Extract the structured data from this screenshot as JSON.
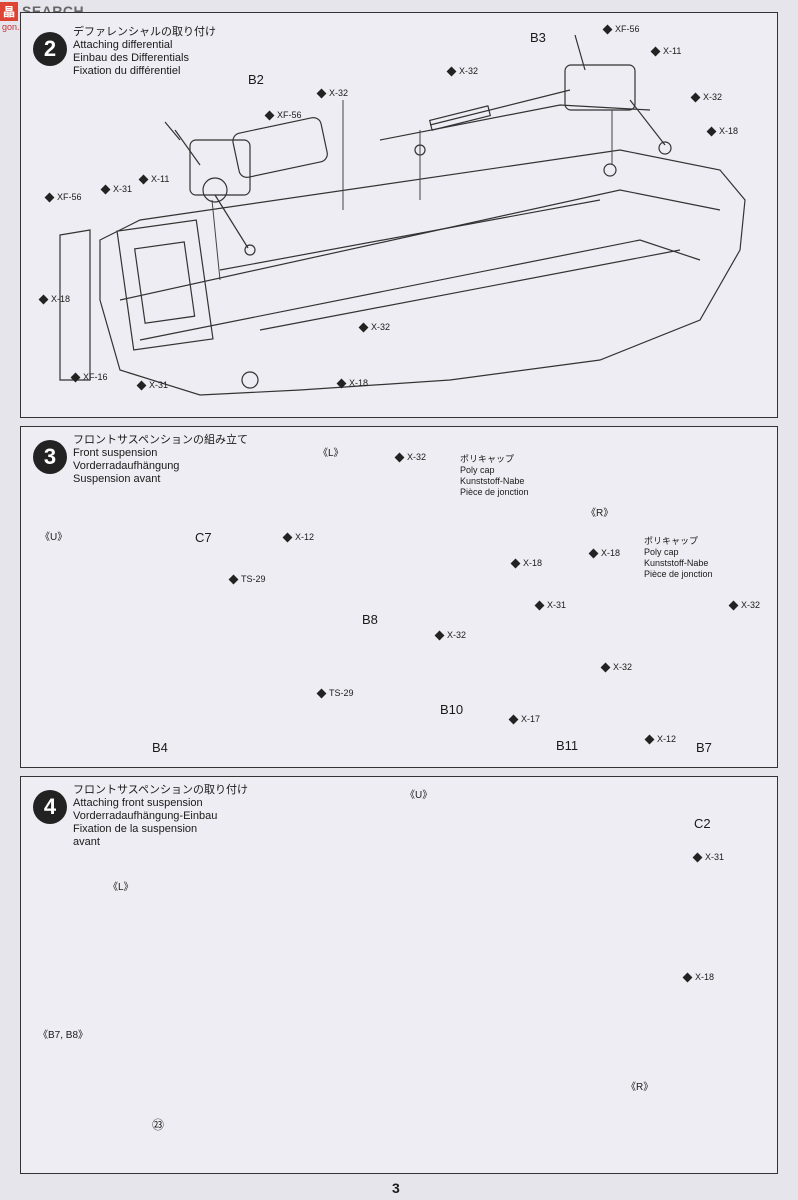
{
  "watermark": {
    "brand_cn": "晶",
    "brand_en": "SEARCH",
    "sub": "gon.shao.com"
  },
  "page_number": "3",
  "steps": [
    {
      "number": "2",
      "titles": [
        "デファレンシャルの取り付け",
        "Attaching differential",
        "Einbau des Differentials",
        "Fixation du différentiel"
      ],
      "labels": {
        "b2": "B2",
        "b3": "B3",
        "xf56a": "XF-56",
        "xf56b": "XF-56",
        "xf56c": "XF-56",
        "xf16": "XF-16",
        "x11a": "X-11",
        "x11b": "X-11",
        "x31a": "X-31",
        "x31b": "X-31",
        "x32a": "X-32",
        "x32b": "X-32",
        "x32c": "X-32",
        "x32d": "X-32",
        "x18a": "X-18",
        "x18b": "X-18",
        "x18c": "X-18"
      }
    },
    {
      "number": "3",
      "titles": [
        "フロントサスペンションの組み立て",
        "Front suspension",
        "Vorderradaufhängung",
        "Suspension avant"
      ],
      "labels": {
        "u": "《U》",
        "l": "《L》",
        "r": "《R》",
        "c7": "C7",
        "b4": "B4",
        "b8": "B8",
        "b10": "B10",
        "b11": "B11",
        "b7": "B7",
        "ts29a": "TS-29",
        "ts29b": "TS-29",
        "x32a": "X-32",
        "x32b": "X-32",
        "x32c": "X-32",
        "x32d": "X-32",
        "x12a": "X-12",
        "x12b": "X-12",
        "x18a": "X-18",
        "x18b": "X-18",
        "x31": "X-31",
        "x17": "X-17"
      },
      "polycap_l": [
        "ポリキャップ",
        "Poly cap",
        "Kunststoff-Nabe",
        "Pièce de jonction"
      ],
      "polycap_r": [
        "ポリキャップ",
        "Poly cap",
        "Kunststoff-Nabe",
        "Pièce de jonction"
      ]
    },
    {
      "number": "4",
      "titles": [
        "フロントサスペンションの取り付け",
        "Attaching front suspension",
        "Vorderradaufhängung-Einbau",
        "Fixation de la suspension",
        "avant"
      ],
      "labels": {
        "u": "《U》",
        "l": "《L》",
        "r": "《R》",
        "c2": "C2",
        "x31": "X-31",
        "x18": "X-18",
        "b7b8": "《B7, B8》",
        "ref": "㉓"
      }
    }
  ]
}
